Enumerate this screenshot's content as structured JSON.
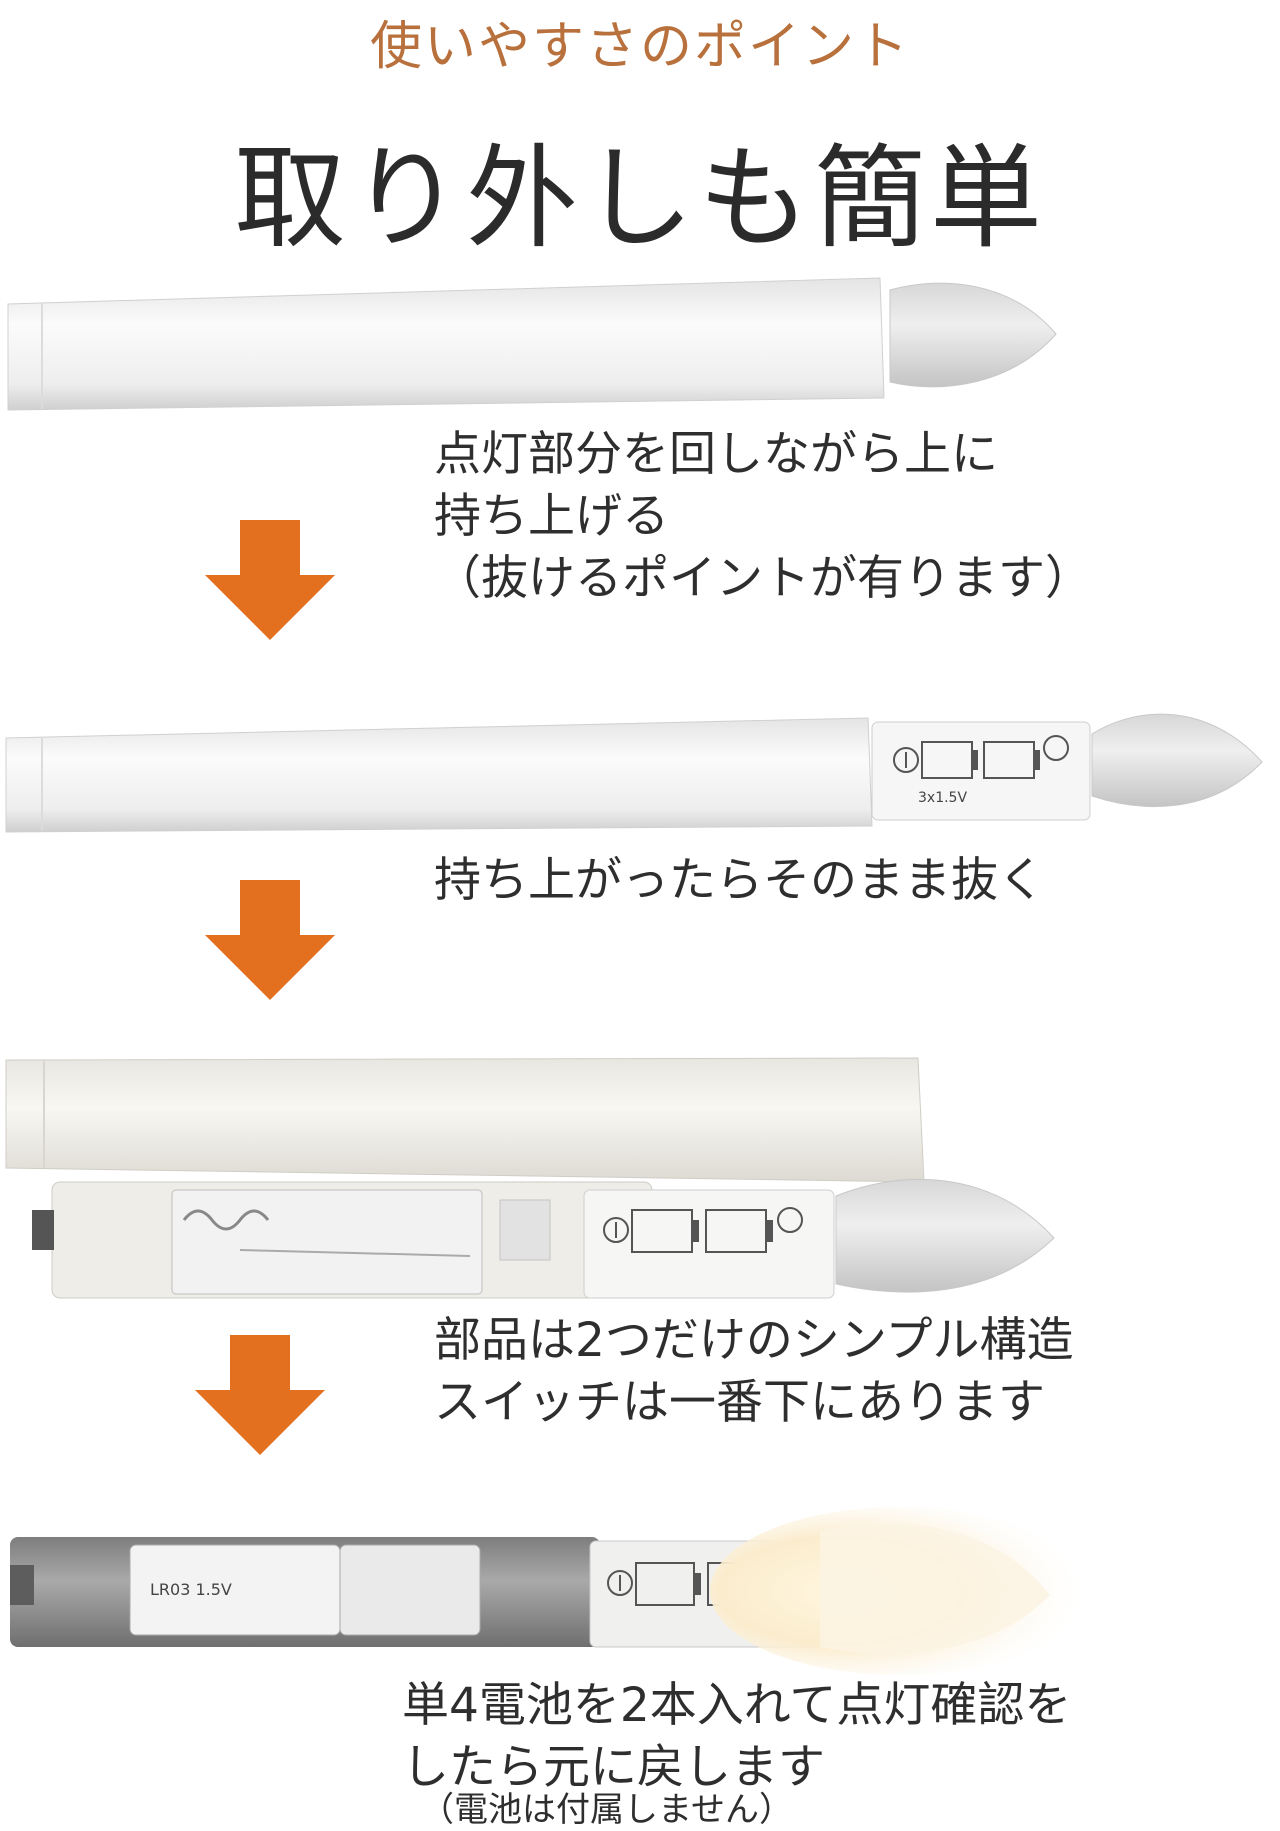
{
  "header": {
    "eyebrow": "使いやすさのポイント",
    "title": "取り外しも簡単"
  },
  "steps": [
    {
      "lines": [
        "点灯部分を回しながら上に",
        "持ち上げる",
        "（抜けるポイントが有ります）"
      ]
    },
    {
      "lines": [
        "持ち上がったらそのまま抜く"
      ]
    },
    {
      "lines": [
        "部品は2つだけのシンプル構造",
        "スイッチは一番下にあります"
      ]
    },
    {
      "lines": [
        "単4電池を2本入れて点灯確認を",
        "したら元に戻します"
      ],
      "note": "（電池は付属しません）"
    }
  ],
  "product": {
    "label_voltage": "3x1.5V",
    "battery_print": "LR03 1.5V"
  },
  "colors": {
    "accent": "#e2701e",
    "eyebrow": "#b8703c",
    "candle_white": "#f4f4f4",
    "grey_body": "#8e8e8e"
  }
}
